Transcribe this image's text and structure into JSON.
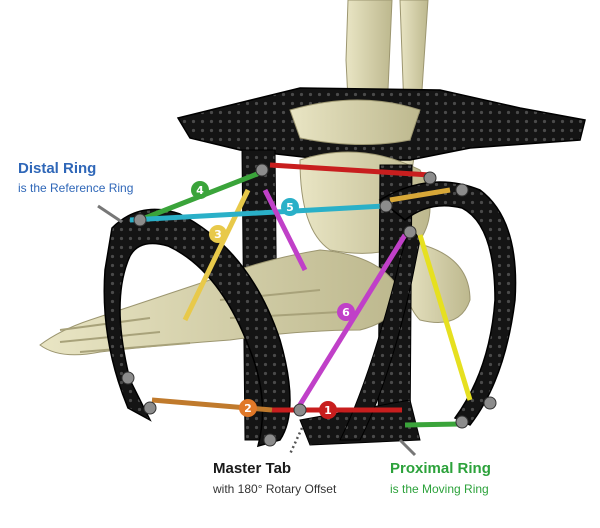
{
  "labels": {
    "distal_title": "Distal Ring",
    "distal_sub": "is the Reference Ring",
    "master_title": "Master Tab",
    "master_sub": "with 180° Rotary Offset",
    "proximal_title": "Proximal Ring",
    "proximal_sub": "is the Moving Ring"
  },
  "struts": [
    {
      "number": "1",
      "color": "#c81e1e"
    },
    {
      "number": "2",
      "color": "#e07828"
    },
    {
      "number": "3",
      "color": "#e8c94a"
    },
    {
      "number": "4",
      "color": "#3aa43a"
    },
    {
      "number": "5",
      "color": "#2ab0c8"
    },
    {
      "number": "6",
      "color": "#c040c8"
    }
  ],
  "colors": {
    "ring": "#141414",
    "bone": "#dcd7ae",
    "distal_label": "#2f67b8",
    "proximal_label": "#2ca23b"
  }
}
